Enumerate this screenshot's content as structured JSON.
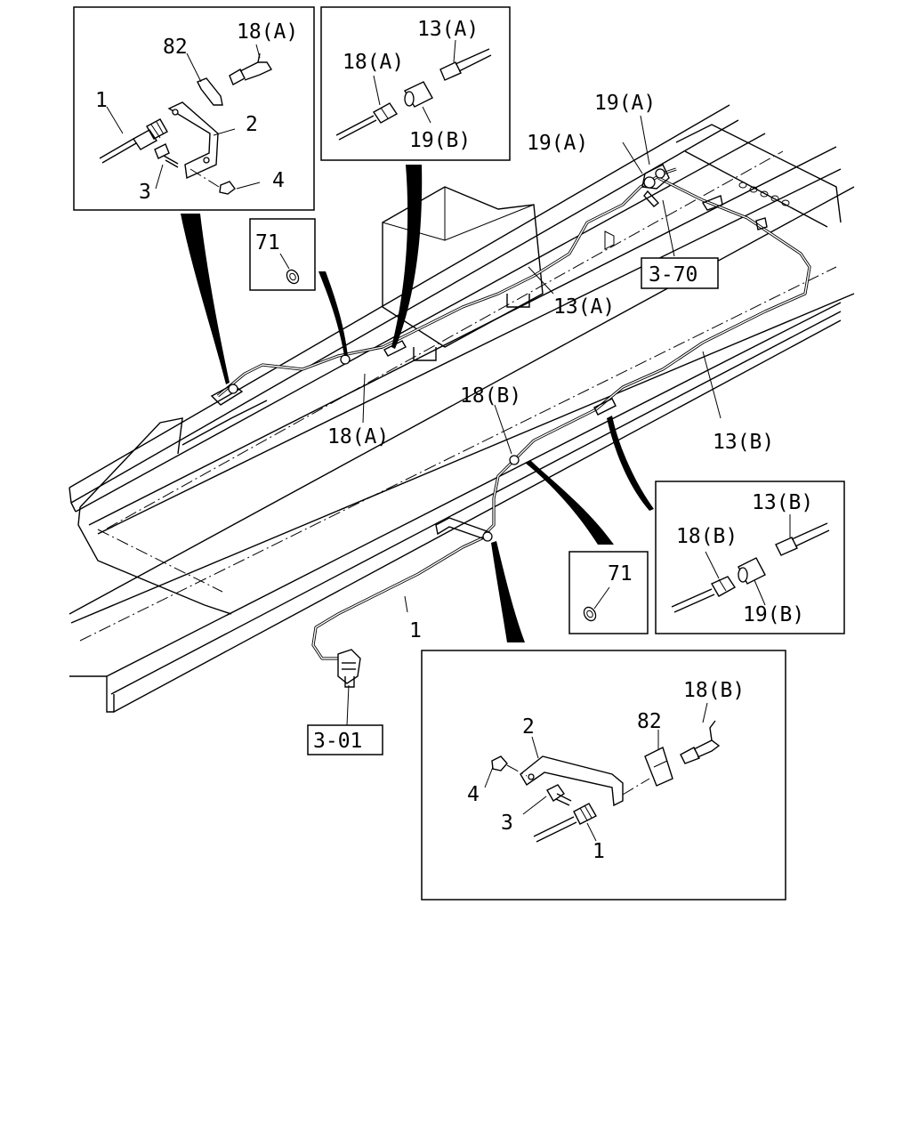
{
  "labels": {
    "p1": "1",
    "p2": "2",
    "p3": "3",
    "p4": "4",
    "p13a": "13(A)",
    "p13b": "13(B)",
    "p18a": "18(A)",
    "p18b": "18(B)",
    "p19a": "19(A)",
    "p19b": "19(B)",
    "p71": "71",
    "p82": "82",
    "ref370": "3-70",
    "ref301": "3-01"
  }
}
